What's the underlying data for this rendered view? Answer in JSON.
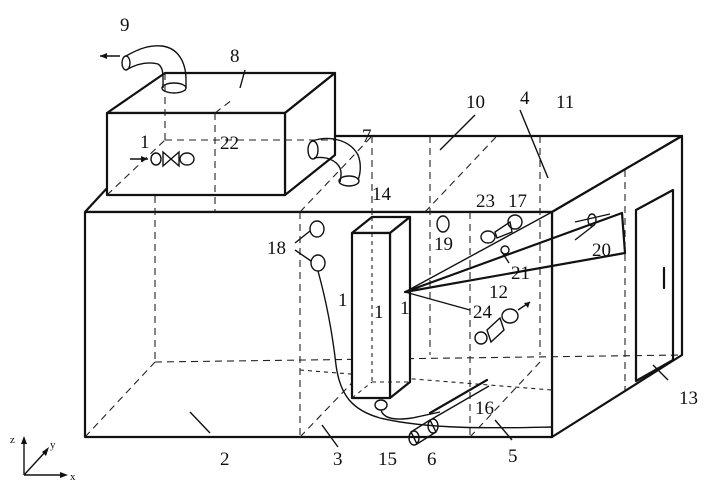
{
  "labels": {
    "l1a": "1",
    "l1b": "1",
    "l1c": "1",
    "l1d": "1",
    "l2": "2",
    "l3": "3",
    "l4": "4",
    "l5": "5",
    "l6": "6",
    "l7": "7",
    "l8": "8",
    "l9": "9",
    "l10": "10",
    "l11": "11",
    "l12": "12",
    "l13": "13",
    "l14": "14",
    "l15": "15",
    "l16": "16",
    "l17": "17",
    "l18": "18",
    "l19": "19",
    "l20": "20",
    "l21": "21",
    "l22": "22",
    "l23": "23",
    "l24": "24"
  },
  "axes": {
    "z": "z",
    "y": "y",
    "x": "x"
  }
}
